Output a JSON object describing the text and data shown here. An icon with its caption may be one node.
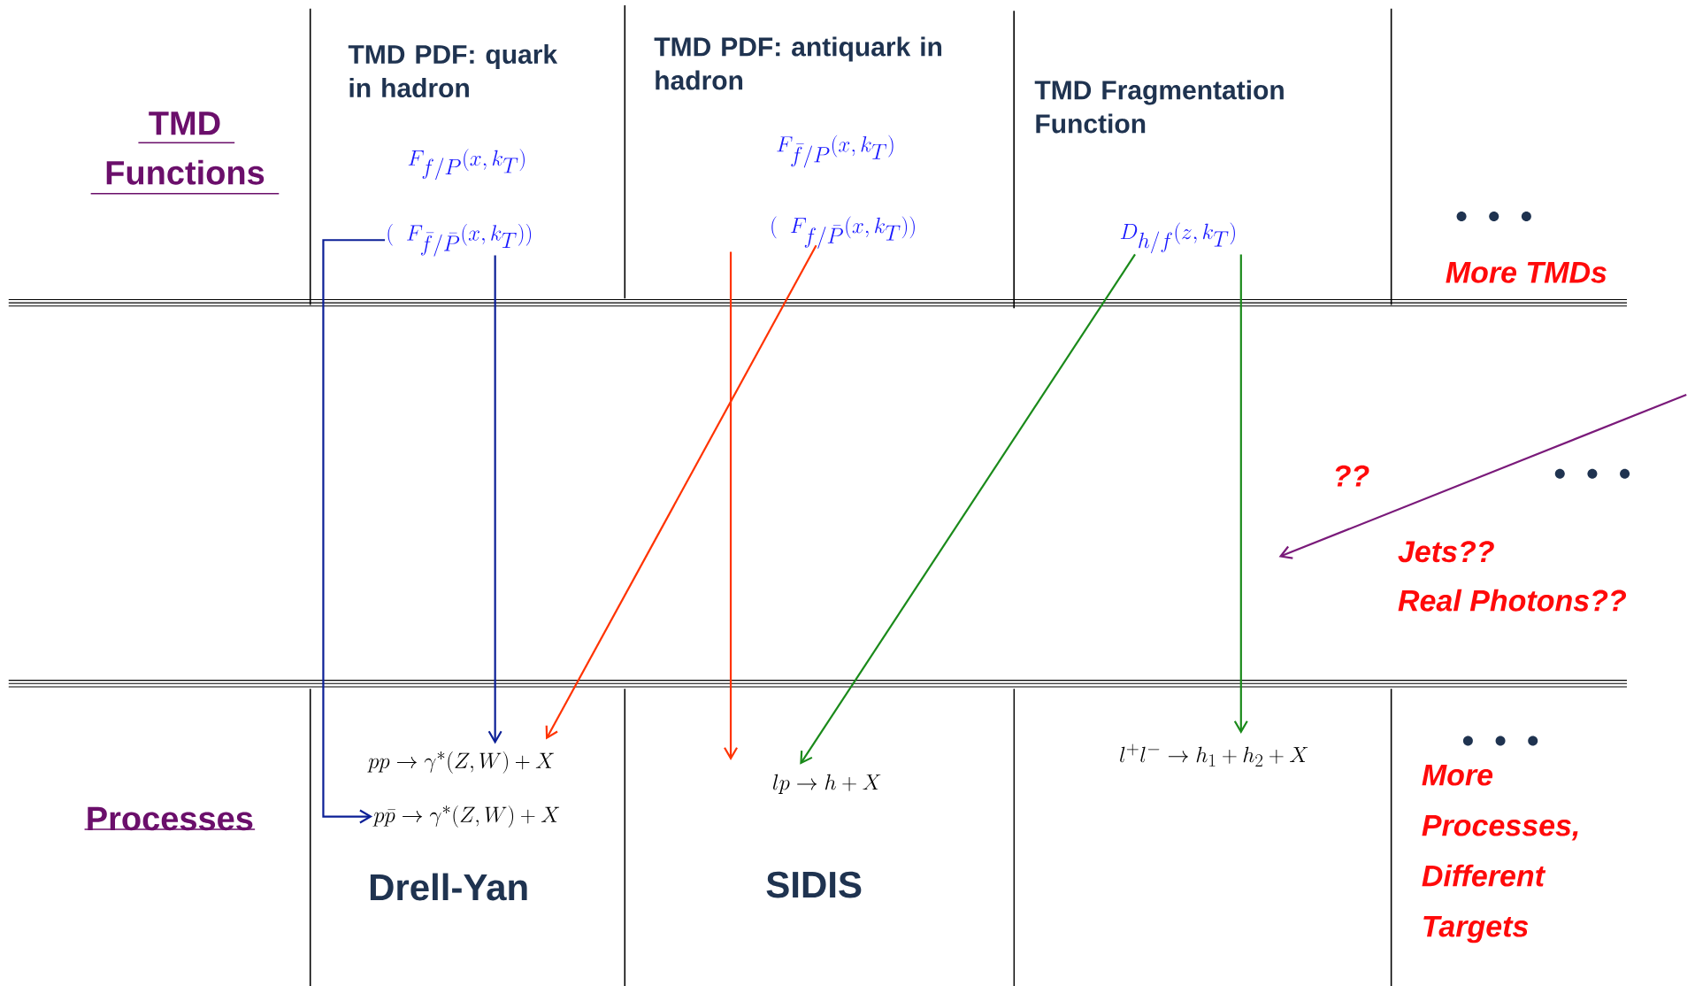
{
  "diagram": {
    "nodes": [
      {
        "text": [
          "F_{f/P}(x, k_T)"
        ]
      },
      {
        "text": [
          "\\bigg(\\;\\; F_{\\bar{f}/\\bar{P}}(x, k_T) \\bigg)"
        ]
      },
      {
        "text": [
          "F_{\\bar{f}/P}(x, k_T)"
        ]
      },
      {
        "text": [
          "\\bigg(\\;\\; F_{f/\\bar{P}}(x, k_T) \\bigg)"
        ]
      },
      {
        "text": [
          "D_{h/f}(z, k_T)"
        ]
      },
      {
        "text": [
          "pp \\to \\gamma^*(Z,W) + X"
        ]
      },
      {
        "text": [
          "p\\bar{p} \\to \\gamma^*(Z,W) + X"
        ]
      },
      {
        "text": [
          "lp \\to h + X"
        ]
      },
      {
        "text": [
          "l^+l^- \\to h_1 + h_2 + X"
        ]
      }
    ],
    "edges": [
      {
        "from": 1,
        "to": 5,
        "arrow": "to",
        "color": "#0b1f96"
      },
      {
        "from": 1,
        "to": 6,
        "arrow": "to",
        "color": "#0b1f96"
      },
      {
        "from": 3,
        "to": 5,
        "arrow": "to",
        "color": "#ff3300"
      },
      {
        "from": 3,
        "to": 7,
        "arrow": "to",
        "color": "#ff3300"
      },
      {
        "from": 4,
        "to": 7,
        "arrow": "to",
        "color": "#1a8a1a"
      },
      {
        "from": 4,
        "to": 8,
        "arrow": "to",
        "color": "#1a8a1a"
      }
    ],
    "labels": [
      "TMD Functions",
      "TMD PDF: quark in hadron",
      "TMD PDF: antiquark in hadron",
      "TMD Fragmentation Function",
      "More TMDs",
      "??",
      "Jets??",
      "Real Photons??",
      "Processes",
      "Drell-Yan",
      "SIDIS",
      "More Processes, Different Targets"
    ]
  }
}
